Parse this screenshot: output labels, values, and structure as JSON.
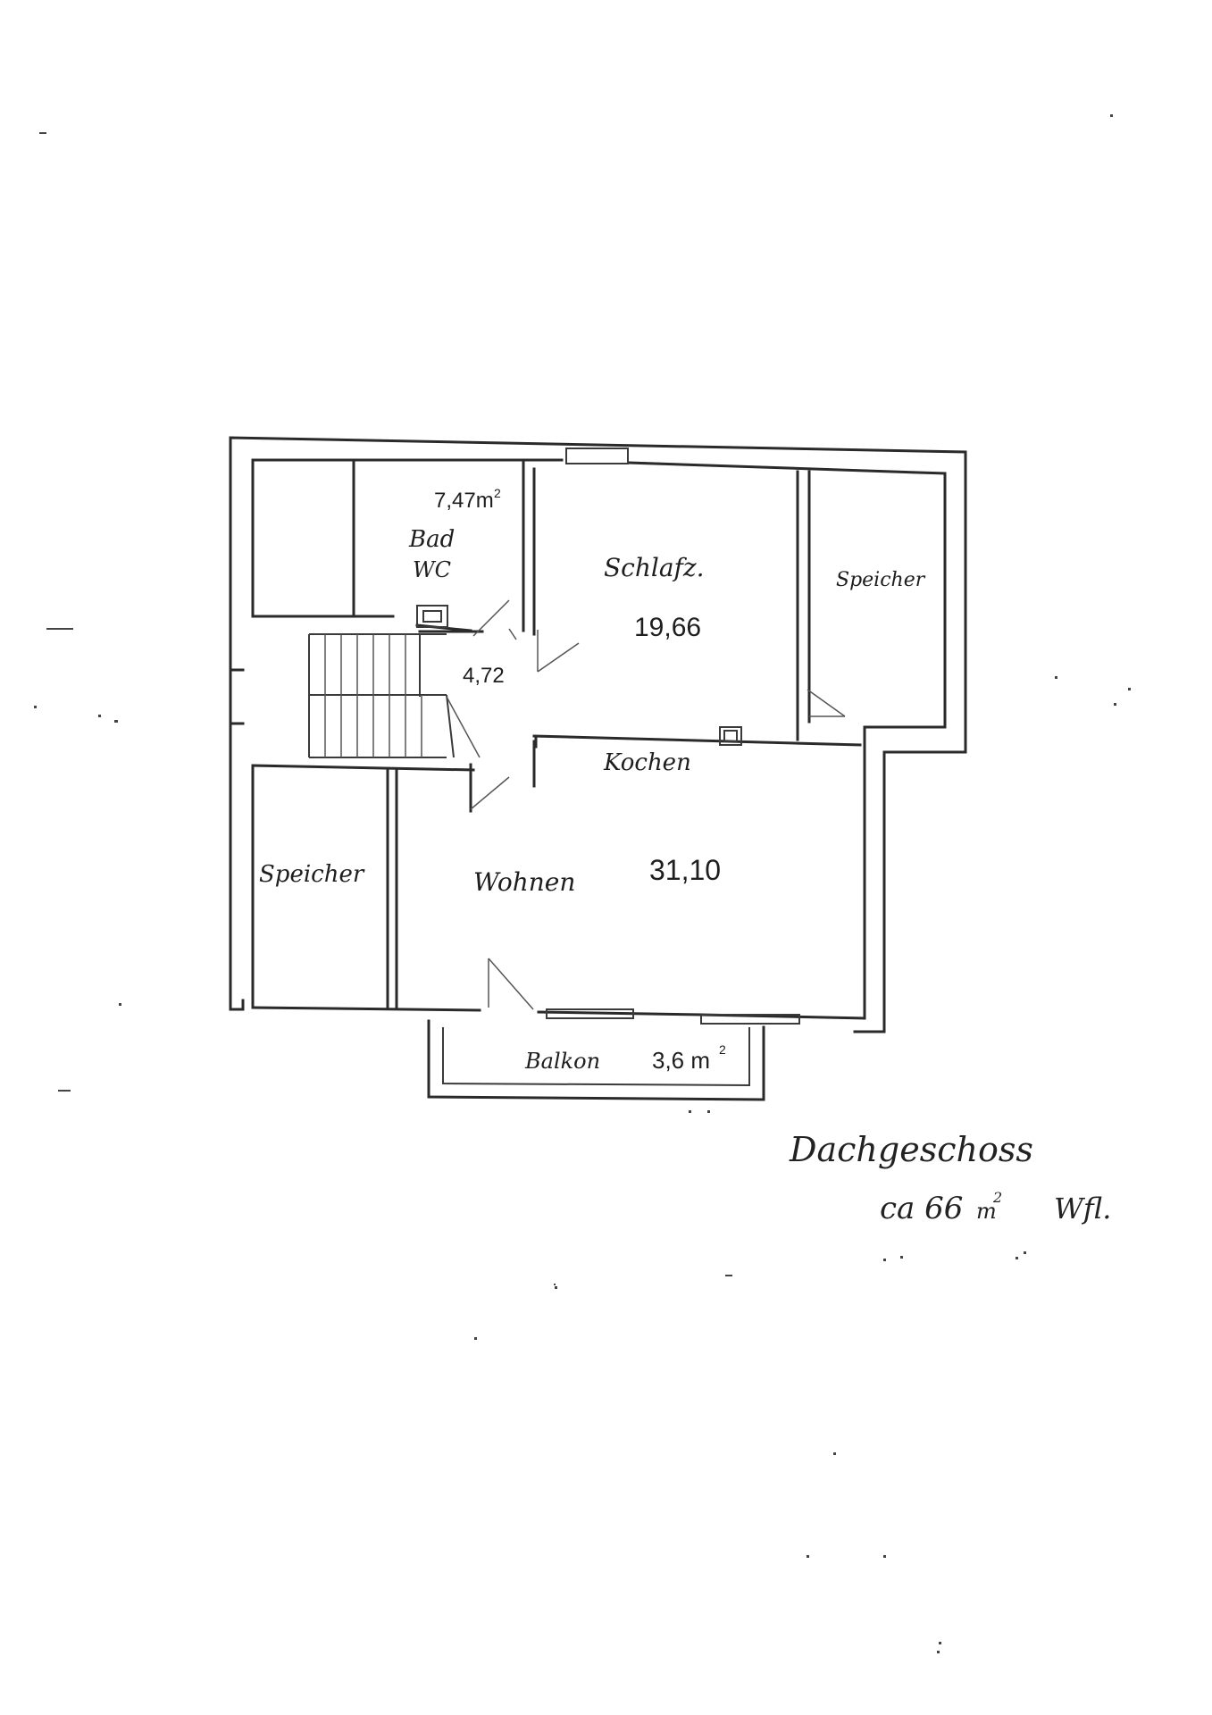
{
  "rooms": {
    "bad": {
      "area": "7,47m",
      "sup": "2",
      "name1": "Bad",
      "name2": "WC"
    },
    "schlafz": {
      "name": "Schlafz.",
      "area": "19,66"
    },
    "speicher_right": {
      "name": "Speicher"
    },
    "flur": {
      "area": "4,72"
    },
    "kochen": {
      "name": "Kochen"
    },
    "speicher_left": {
      "name": "Speicher"
    },
    "wohnen": {
      "name": "Wohnen",
      "area": "31,10"
    },
    "balkon": {
      "name": "Balkon",
      "area": "3,6 m",
      "sup": "2"
    }
  },
  "caption": {
    "floor": "Dachgeschoss",
    "size_prefix": "ca 66",
    "size_unit": "m",
    "size_sup": "2",
    "size_suffix": "Wfl."
  }
}
